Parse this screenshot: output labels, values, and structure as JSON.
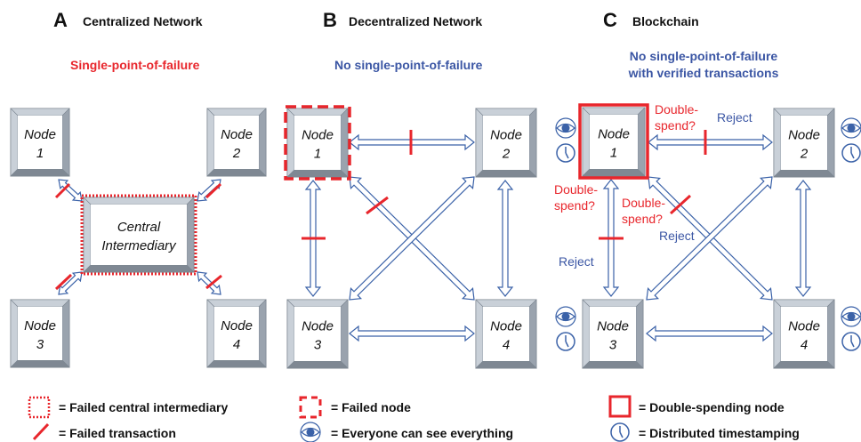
{
  "panels": {
    "a": {
      "letter": "A",
      "title": "Centralized Network",
      "subtitle": "Single-point-of-failure"
    },
    "b": {
      "letter": "B",
      "title": "Decentralized Network",
      "subtitle": "No single-point-of-failure"
    },
    "c": {
      "letter": "C",
      "title": "Blockchain",
      "subtitle_line1": "No single-point-of-failure",
      "subtitle_line2": "with verified transactions"
    }
  },
  "nodes": {
    "node1": [
      "Node",
      "1"
    ],
    "node2": [
      "Node",
      "2"
    ],
    "node3": [
      "Node",
      "3"
    ],
    "node4": [
      "Node",
      "4"
    ],
    "central": [
      "Central",
      "Intermediary"
    ]
  },
  "annotations": {
    "double_spend": [
      "Double-",
      "spend?"
    ],
    "reject": "Reject"
  },
  "legend": {
    "failed_central": "= Failed central intermediary",
    "failed_transaction": "= Failed transaction",
    "failed_node": "= Failed node",
    "everyone_sees": "= Everyone can see everything",
    "double_spending_node": "= Double-spending node",
    "timestamping": "= Distributed timestamping"
  },
  "colors": {
    "failure_red": "#e8262c",
    "arrow_blue": "#3b62a8",
    "text_blue": "#3b56a4",
    "box_fill": "#f4f6f9",
    "bevel_dark": "#9aa3ae",
    "bevel_light": "#c9d0d8"
  },
  "icons": [
    "eye-icon",
    "clock-icon"
  ]
}
